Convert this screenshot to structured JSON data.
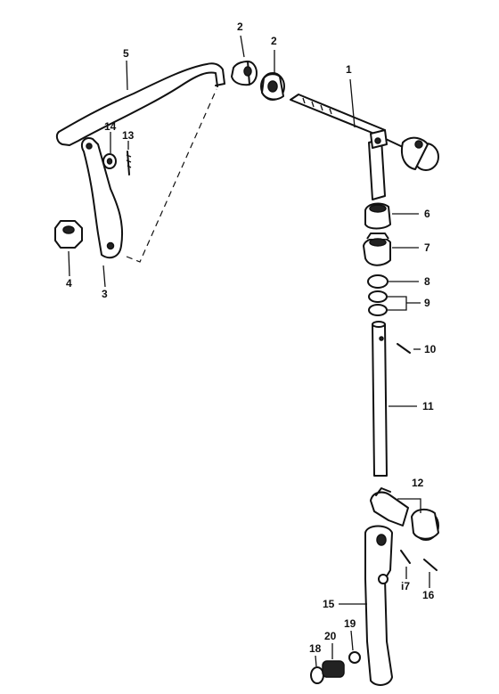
{
  "labels": {
    "p1": "1",
    "p2a": "2",
    "p2b": "2",
    "p3": "3",
    "p4": "4",
    "p5": "5",
    "p6": "6",
    "p7": "7",
    "p8": "8",
    "p9": "9",
    "p10": "10",
    "p11": "11",
    "p12": "12",
    "p13": "13",
    "p14": "14",
    "p15": "15",
    "p16": "16",
    "p17": "i7",
    "p18": "18",
    "p19": "19",
    "p20": "20"
  }
}
